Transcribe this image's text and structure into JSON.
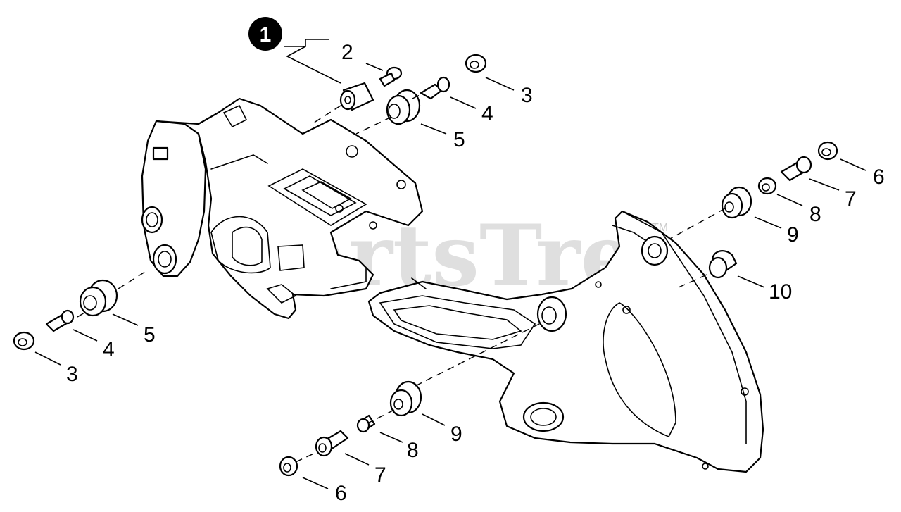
{
  "watermark": {
    "text": "PartsTree",
    "trademark": "TM"
  },
  "badge": {
    "label": "1"
  },
  "callouts": {
    "c2": "2",
    "c3_top": "3",
    "c4_top": "4",
    "c5_top": "5",
    "c6_right": "6",
    "c7_right": "7",
    "c8_right": "8",
    "c9_right": "9",
    "c10": "10",
    "c5_left": "5",
    "c4_left": "4",
    "c3_left": "3",
    "c9_bottom": "9",
    "c8_bottom": "8",
    "c7_bottom": "7",
    "c6_bottom": "6"
  }
}
